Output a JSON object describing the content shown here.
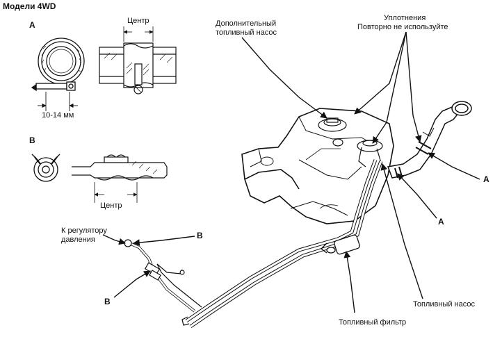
{
  "header": {
    "model": "Модели 4WD"
  },
  "detail_a": {
    "letter": "A",
    "center_label": "Центр",
    "dimension": "10-14 мм"
  },
  "detail_b": {
    "letter": "B",
    "center_label": "Центр"
  },
  "callouts": {
    "aux_pump_line1": "Дополнительный",
    "aux_pump_line2": "топливный насос",
    "seals_line1": "Уплотнения",
    "seals_line2": "Повторно не используйте",
    "regulator_line1": "К регулятору",
    "regulator_line2": "давления",
    "fuel_filter": "Топливный фильтр",
    "fuel_pump": "Топливный насос",
    "a_right_upper": "A",
    "a_lower": "A",
    "b_upper": "B",
    "b_lower": "B"
  }
}
